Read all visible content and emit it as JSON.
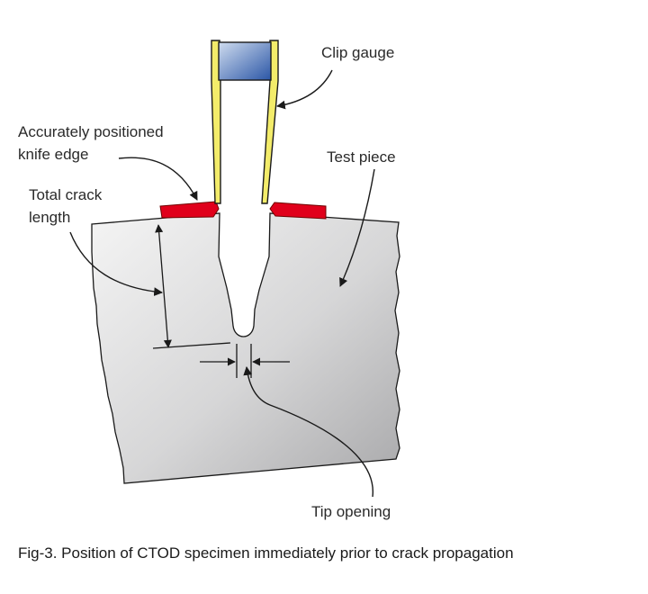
{
  "labels": {
    "clip_gauge": "Clip gauge",
    "knife_edge_line1": "Accurately positioned",
    "knife_edge_line2": "knife edge",
    "test_piece": "Test piece",
    "total_crack_line1": "Total crack",
    "total_crack_line2": "length",
    "tip_opening": "Tip opening"
  },
  "caption": "Fig-3. Position of CTOD specimen immediately prior to crack propagation",
  "colors": {
    "specimen_light": "#f4f4f4",
    "specimen_dark": "#a9a9ab",
    "knife_edge": "#e0001b",
    "gauge_arm": "#f3ec6a",
    "gauge_block_light": "#cfdcef",
    "gauge_block_dark": "#2b56a6",
    "outline": "#1a1a1a"
  }
}
